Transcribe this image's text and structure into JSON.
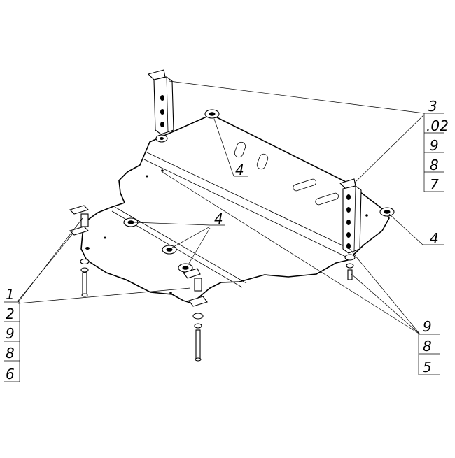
{
  "labels": {
    "top_right_stack": [
      "3",
      ".02",
      "9",
      "8",
      "7"
    ],
    "left_stack": [
      "1",
      "2",
      "9",
      "8",
      "6"
    ],
    "bottom_right_stack": [
      "9",
      "8",
      "5"
    ],
    "upper_plate_callout": "4",
    "lower_plate_callout": "4",
    "right_callout": "4"
  }
}
